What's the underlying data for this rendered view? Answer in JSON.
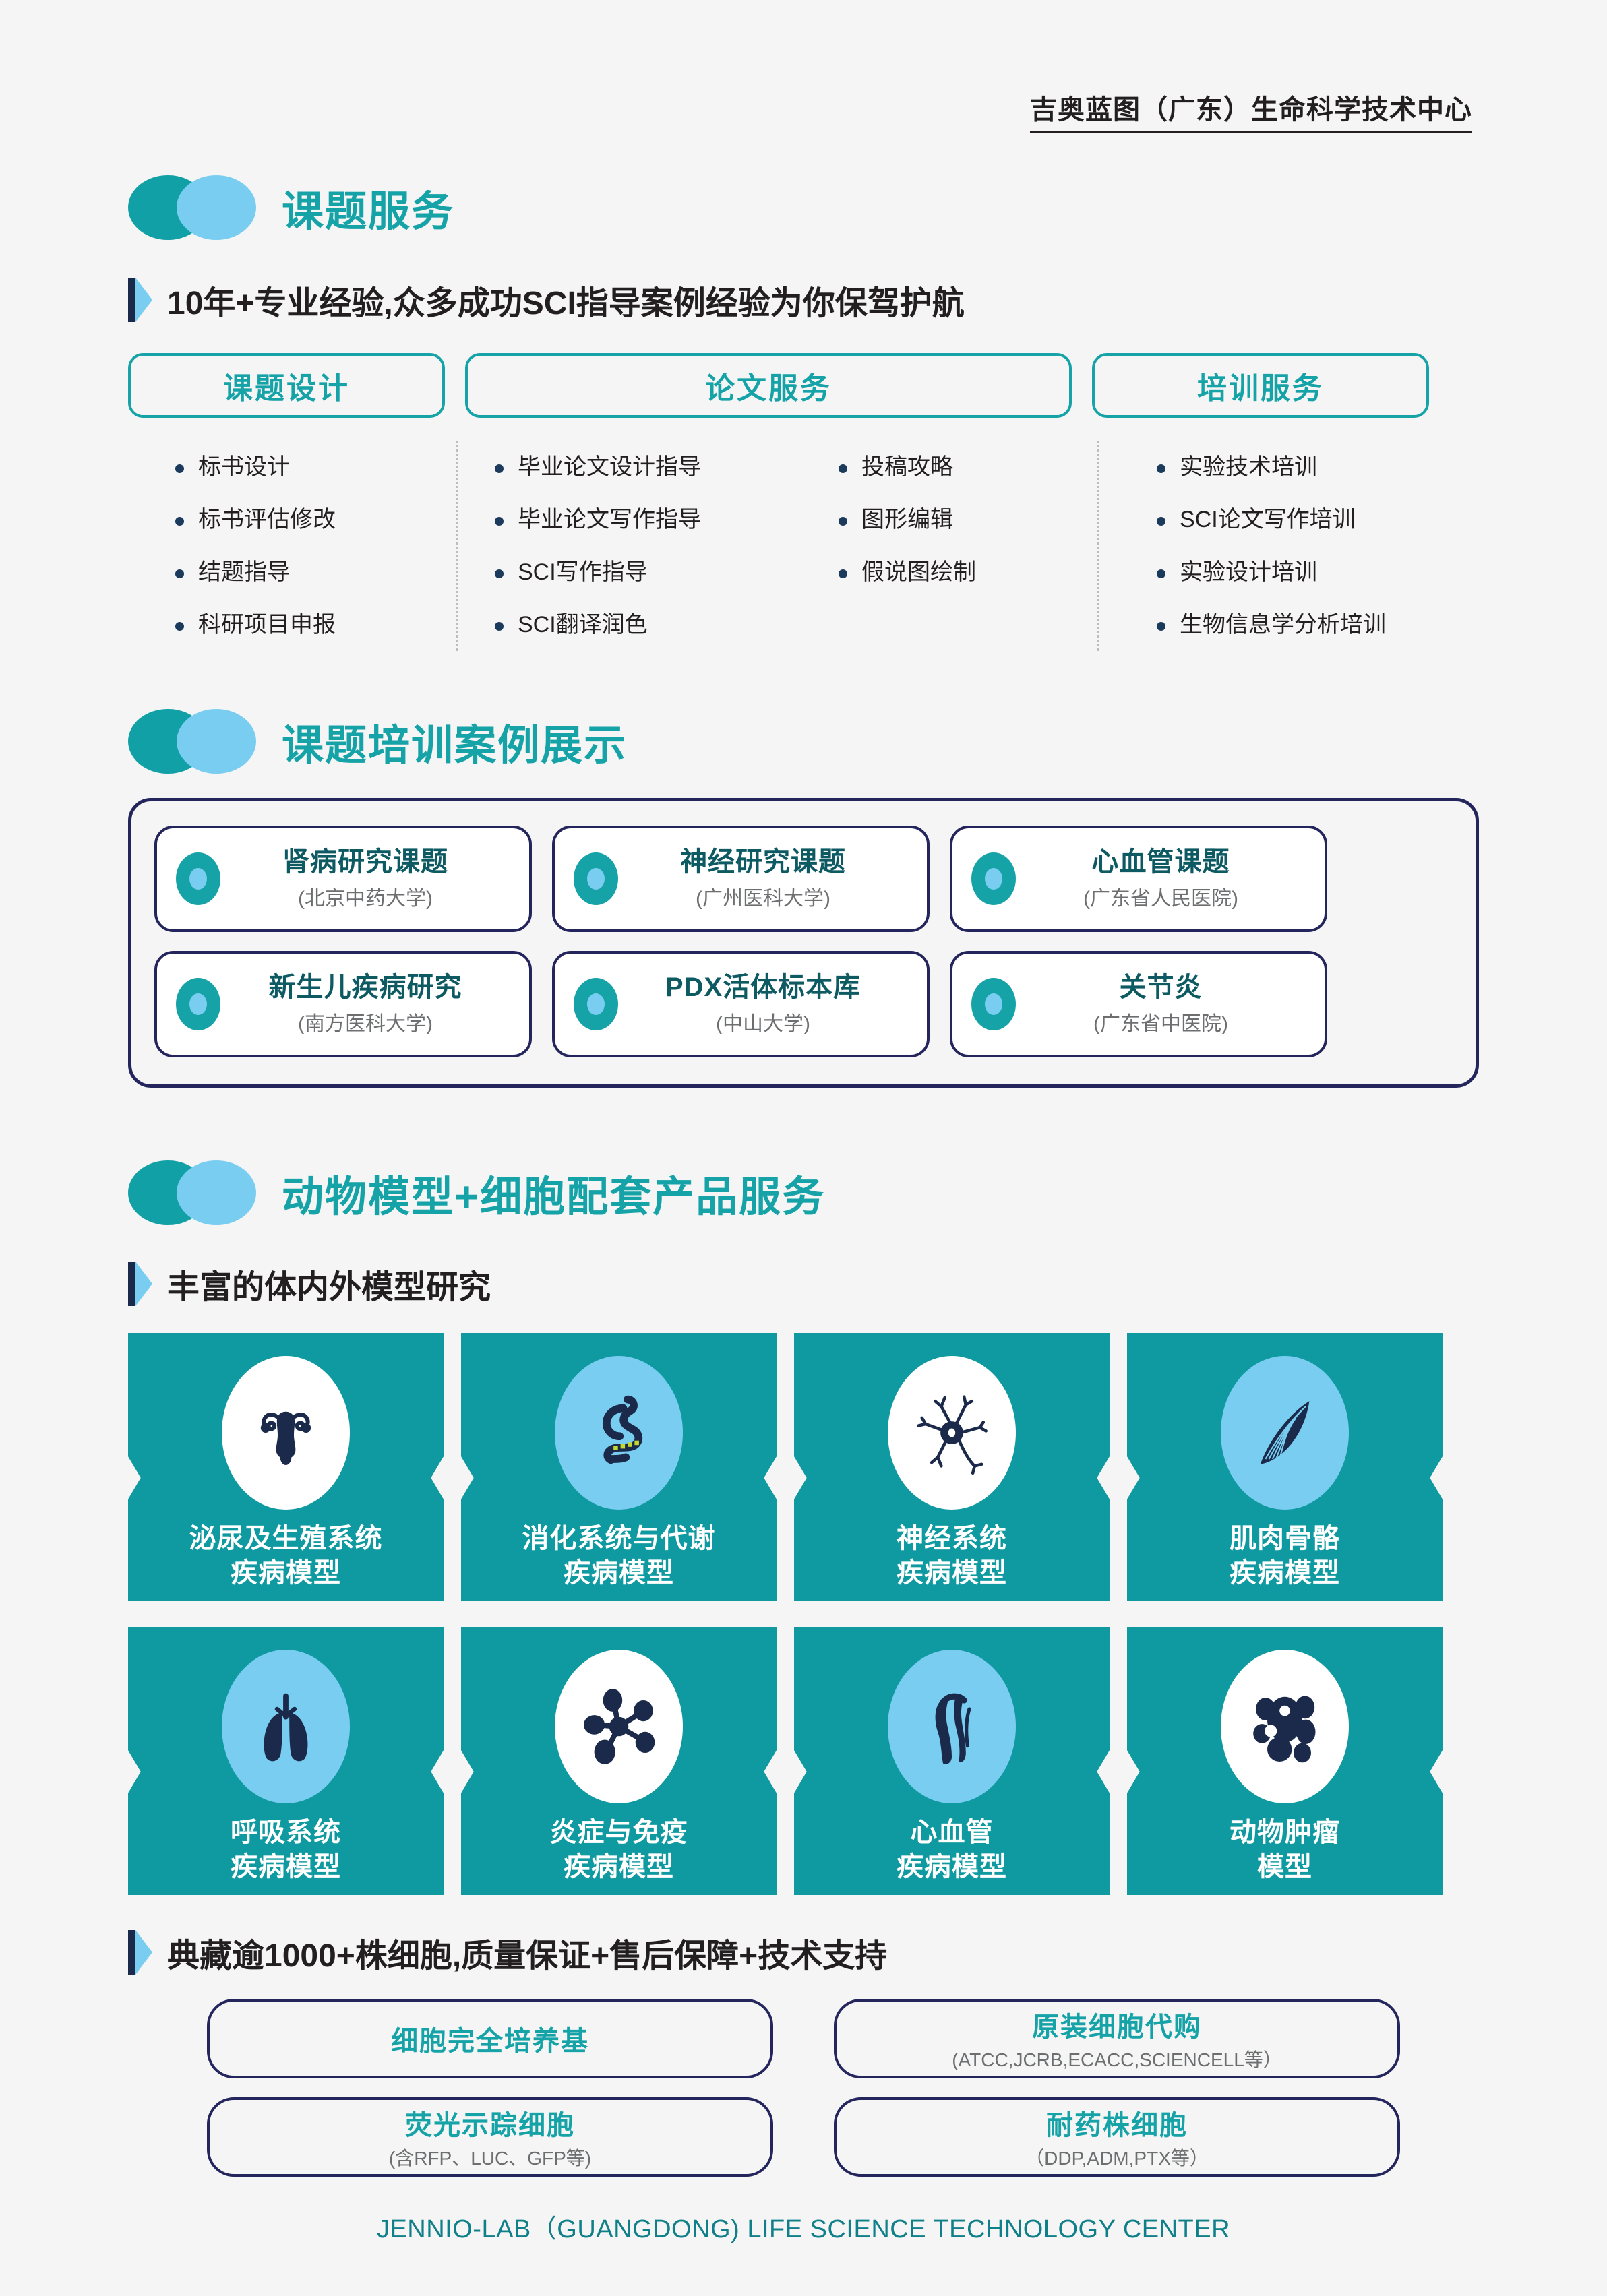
{
  "header": {
    "title": "吉奥蓝图（广东）生命科学技术中心"
  },
  "section1": {
    "title": "课题服务",
    "tagline": "10年+专业经验,众多成功SCI指导案例经验为你保驾护航",
    "boxes": [
      {
        "label": "课题设计"
      },
      {
        "label": "论文服务"
      },
      {
        "label": "培训服务"
      }
    ],
    "columns": [
      {
        "items": [
          "标书设计",
          "标书评估修改",
          "结题指导",
          "科研项目申报"
        ]
      },
      {
        "items": [
          "毕业论文设计指导",
          "毕业论文写作指导",
          "SCI写作指导",
          "SCI翻译润色"
        ]
      },
      {
        "items": [
          "投稿攻略",
          "图形编辑",
          "假说图绘制"
        ]
      },
      {
        "items": [
          "实验技术培训",
          "SCI论文写作培训",
          "实验设计培训",
          "生物信息学分析培训"
        ]
      }
    ]
  },
  "section2": {
    "title": "课题培训案例展示",
    "cases": [
      {
        "name": "肾病研究课题",
        "org": "(北京中药大学)"
      },
      {
        "name": "神经研究课题",
        "org": "(广州医科大学)"
      },
      {
        "name": "心血管课题",
        "org": "(广东省人民医院)"
      },
      {
        "name": "新生儿疾病研究",
        "org": "(南方医科大学)"
      },
      {
        "name": "PDX活体标本库",
        "org": "(中山大学)"
      },
      {
        "name": "关节炎",
        "org": "(广东省中医院)"
      }
    ]
  },
  "section3": {
    "title": "动物模型+细胞配套产品服务",
    "tagline": "丰富的体内外模型研究",
    "models": [
      {
        "line1": "泌尿及生殖系统",
        "line2": "疾病模型",
        "icon": "uterus-icon",
        "circle": "white"
      },
      {
        "line1": "消化系统与代谢",
        "line2": "疾病模型",
        "icon": "stomach-intestine-icon",
        "circle": "blue"
      },
      {
        "line1": "神经系统",
        "line2": "疾病模型",
        "icon": "neuron-icon",
        "circle": "white"
      },
      {
        "line1": "肌肉骨骼",
        "line2": "疾病模型",
        "icon": "muscle-icon",
        "circle": "blue"
      },
      {
        "line1": "呼吸系统",
        "line2": "疾病模型",
        "icon": "lungs-icon",
        "circle": "blue"
      },
      {
        "line1": "炎症与免疫",
        "line2": "疾病模型",
        "icon": "molecule-icon",
        "circle": "white"
      },
      {
        "line1": "心血管",
        "line2": "疾病模型",
        "icon": "heart-vessel-icon",
        "circle": "blue"
      },
      {
        "line1": "动物肿瘤",
        "line2": "模型",
        "icon": "tumor-cells-icon",
        "circle": "white"
      }
    ],
    "cell_tagline": "典藏逾1000+株细胞,质量保证+售后保障+技术支持",
    "cell_products": [
      {
        "name": "细胞完全培养基",
        "sub": ""
      },
      {
        "name": "荧光示踪细胞",
        "sub": "(含RFP、LUC、GFP等)"
      },
      {
        "name": "原装细胞代购",
        "sub": "(ATCC,JCRB,ECACC,SCIENCELL等）"
      },
      {
        "name": "耐药株细胞",
        "sub": "（DDP,ADM,PTX等）"
      }
    ]
  },
  "footer": {
    "text": "JENNIO-LAB（GUANGDONG) LIFE SCIENCE TECHNOLOGY CENTER"
  },
  "colors": {
    "teal": "#16a3a8",
    "teal_card": "#0e9aa0",
    "light_blue": "#79cdf0",
    "navy": "#23255c",
    "dark_teal_text": "#0d5a63",
    "gray_text": "#6d6e70",
    "background": "#f4f5f4"
  }
}
